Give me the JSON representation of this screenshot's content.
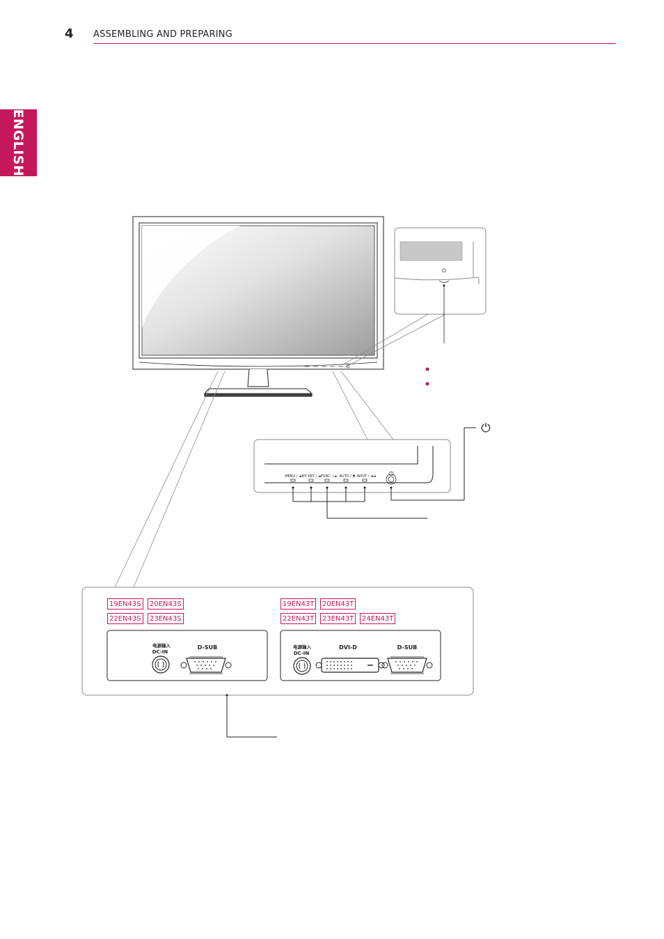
{
  "header": {
    "page_number": "4",
    "section_title": "ASSEMBLING AND PREPARING",
    "language_tab": "ENGLISH"
  },
  "colors": {
    "accent": "#c4175c",
    "line": "#231f20"
  },
  "front_buttons": {
    "menu": "MENU / ◄",
    "mykey": "MY KEY / ◄",
    "func": "FUNC. / ►",
    "auto": "AUTO / ▼",
    "input": "INPUT / ◄◄"
  },
  "power_symbol": "⏻",
  "models_s": [
    "19EN43S",
    "20EN43S",
    "22EN43S",
    "23EN43S"
  ],
  "models_t": [
    "19EN43T",
    "20EN43T",
    "22EN43T",
    "23EN43T",
    "24EN43T"
  ],
  "ports": {
    "dc_in_cn": "电源输入",
    "dc_in": "DC-IN",
    "dsub": "D-SUB",
    "dvid": "DVI-D"
  }
}
